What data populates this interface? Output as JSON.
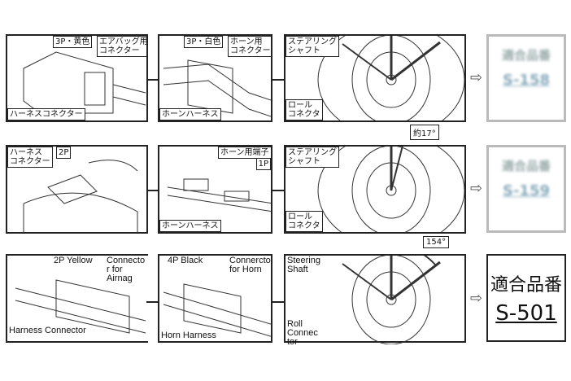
{
  "rows": [
    {
      "c1": {
        "tag": "3P・黄色",
        "name": "エアバッグ用\nコネクター",
        "bottom": "ハーネスコネクター"
      },
      "c2": {
        "tag": "3P・白色",
        "name": "ホーン用\nコネクター",
        "bottom": "ホーンハーネス"
      },
      "c3": {
        "top": "ステアリング\nシャフト",
        "bottom": "ロール\nコネクタ"
      },
      "angle": "",
      "result": {
        "title": "適合品番",
        "number": "S-158"
      }
    },
    {
      "c1": {
        "tag": "2P",
        "name": "ハーネス\nコネクター"
      },
      "c2": {
        "tag": "1P",
        "name": "ホーン用端子",
        "bottom": "ホーンハーネス"
      },
      "c3": {
        "top": "ステアリング\nシャフト",
        "bottom": "ロール\nコネクタ"
      },
      "angle": "約17°",
      "result": {
        "title": "適合品番",
        "number": "S-159"
      }
    },
    {
      "c1": {
        "tag": "2P Yellow",
        "name": "Connecto\nr for\nAirnag",
        "bottom": "Harness Connector"
      },
      "c2": {
        "tag": "4P Black",
        "name": "Connerctor\nfor Horn",
        "bottom": "Horn Harness"
      },
      "c3": {
        "top": "Steering\nShaft",
        "bottom": "Roll\nConnec\ntor"
      },
      "angle": "154°",
      "result": {
        "title": "適合品番",
        "number": "S-501"
      }
    }
  ],
  "arrow_icon": "⇨"
}
